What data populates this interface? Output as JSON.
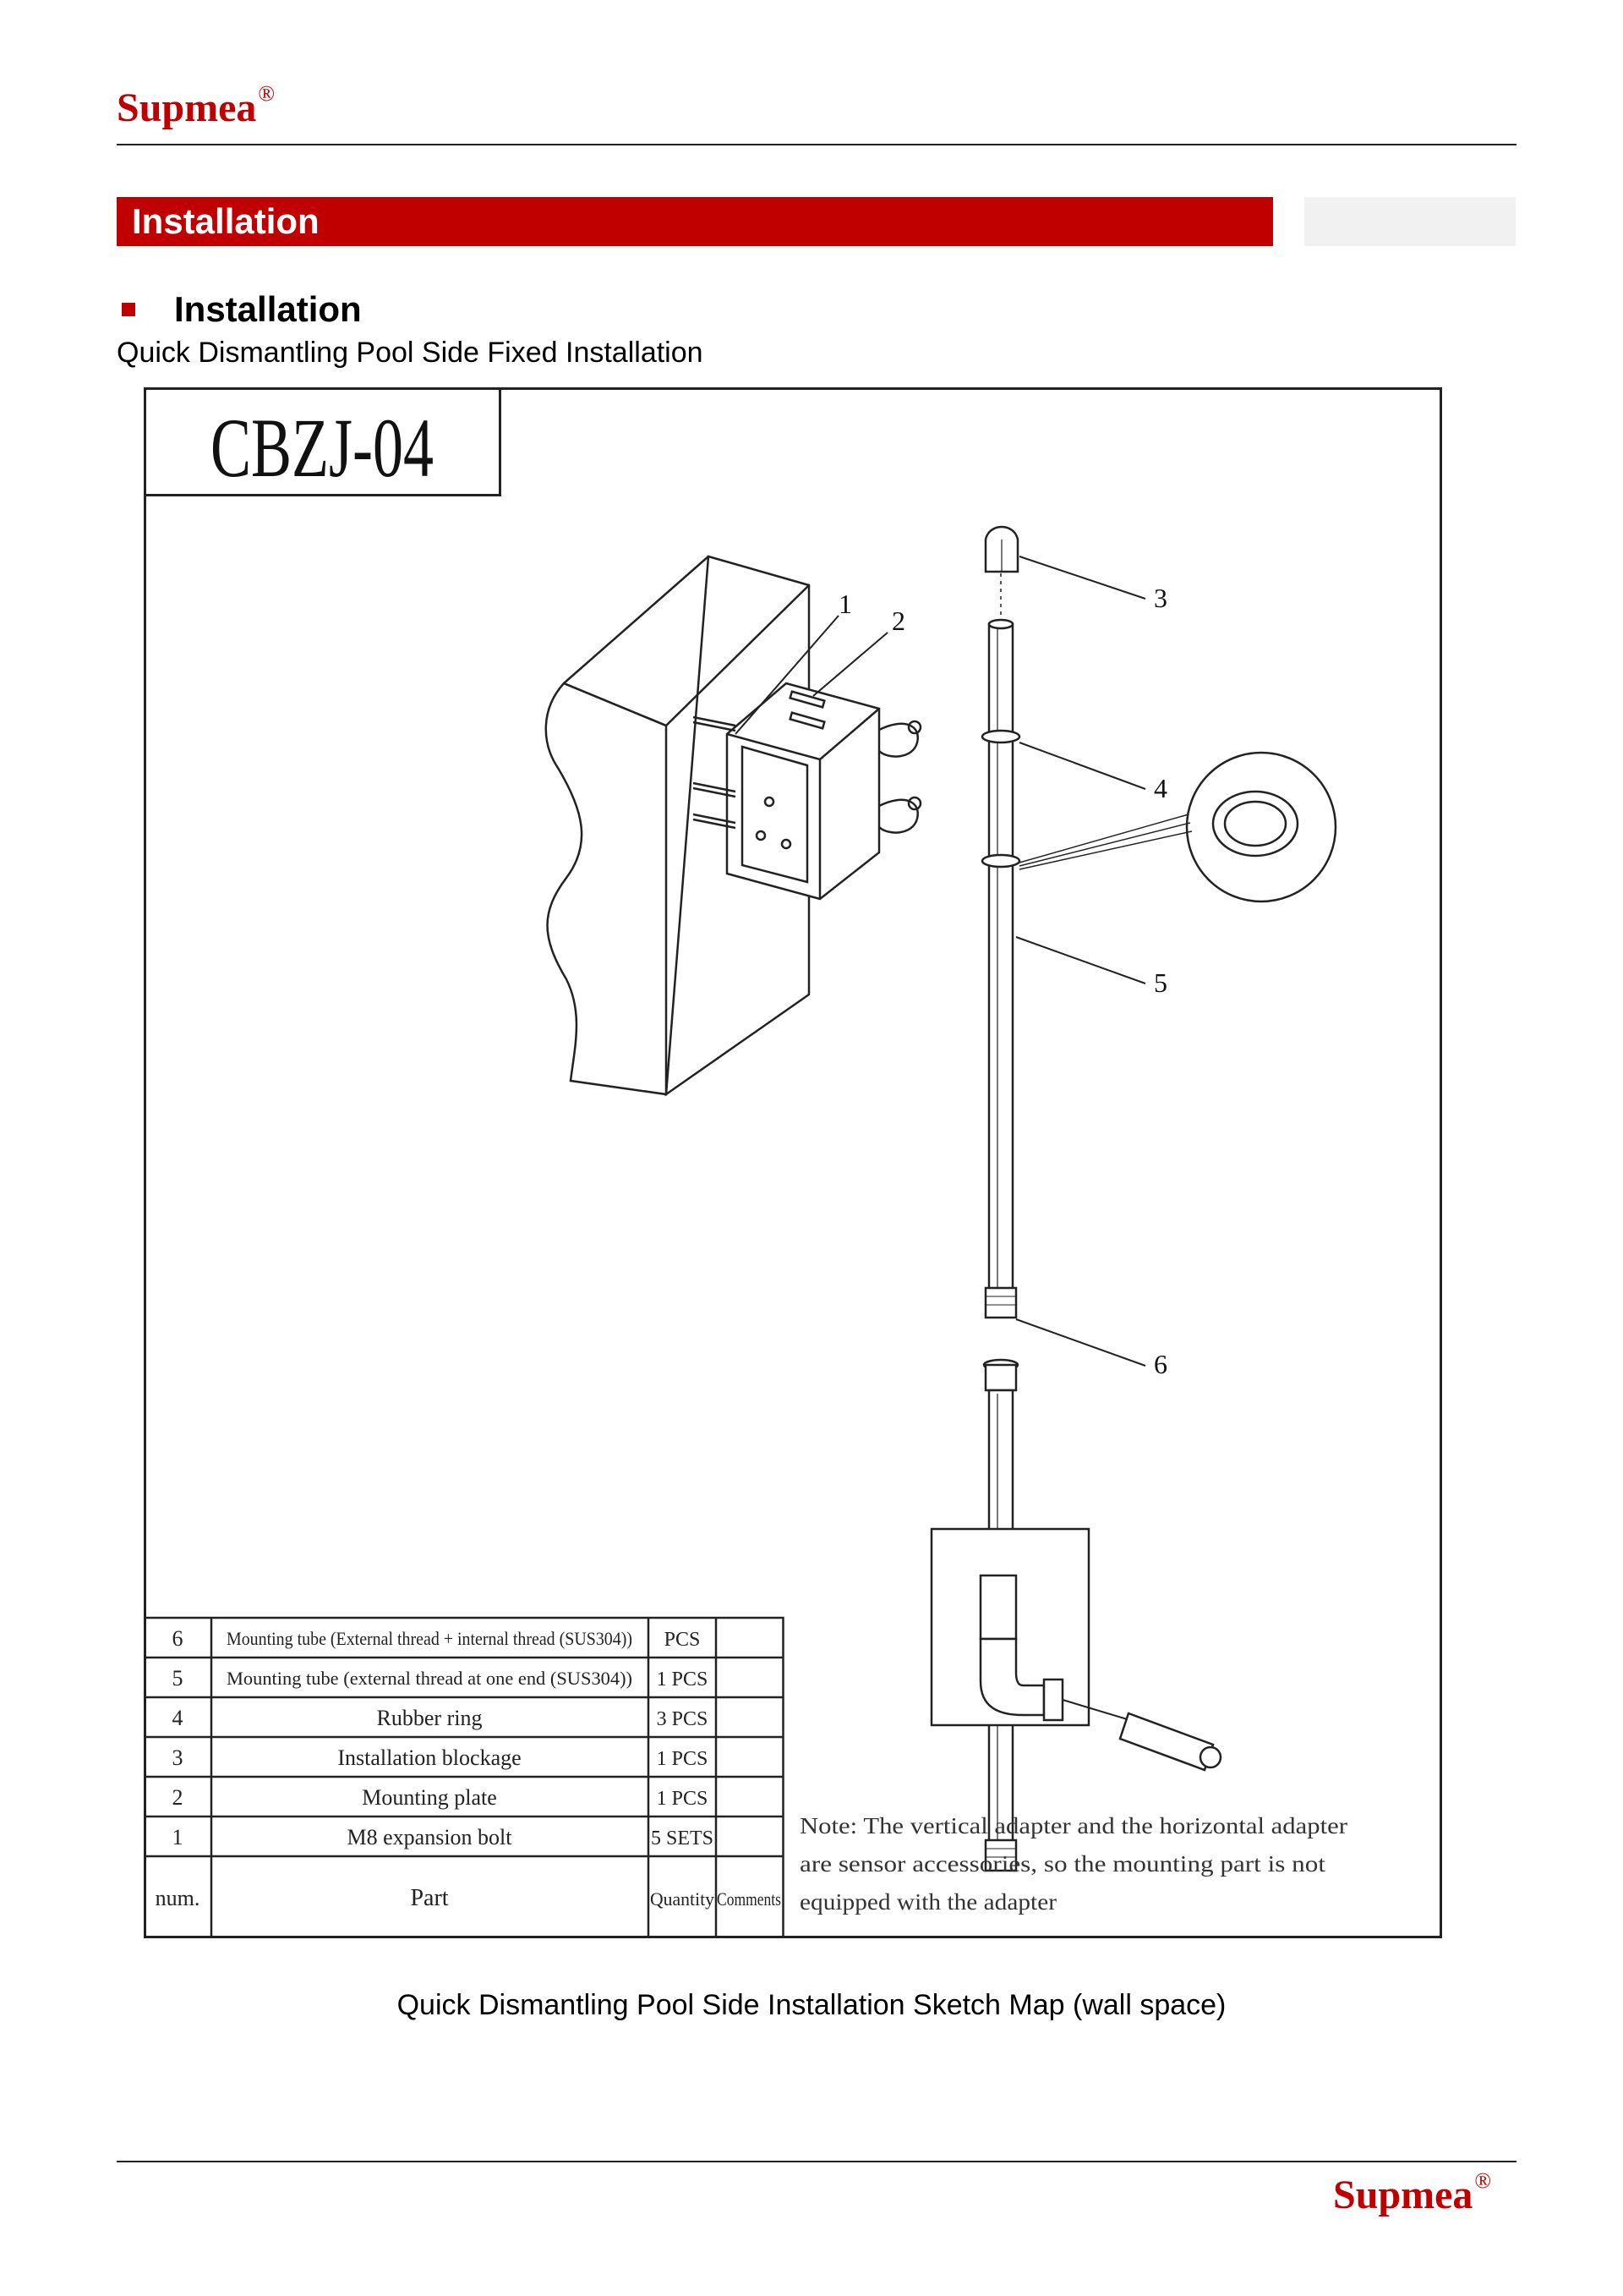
{
  "header": {
    "brand": "Supmea",
    "brand_mark": "®"
  },
  "section": {
    "title": "Installation"
  },
  "subsection": {
    "title": "Installation",
    "subtitle": "Quick Dismantling Pool Side Fixed Installation"
  },
  "drawing": {
    "model": "CBZJ-04",
    "callouts": [
      "1",
      "2",
      "3",
      "4",
      "5",
      "6"
    ],
    "parts_table": {
      "headers": [
        "num.",
        "Part",
        "Quantity",
        "Comments"
      ],
      "rows": [
        {
          "num": "6",
          "part": "Mounting tube (External thread + internal thread (SUS304))",
          "qty": "PCS",
          "comments": ""
        },
        {
          "num": "5",
          "part": "Mounting tube (external thread at one end (SUS304))",
          "qty": "1 PCS",
          "comments": ""
        },
        {
          "num": "4",
          "part": "Rubber ring",
          "qty": "3 PCS",
          "comments": ""
        },
        {
          "num": "3",
          "part": "Installation blockage",
          "qty": "1 PCS",
          "comments": ""
        },
        {
          "num": "2",
          "part": "Mounting plate",
          "qty": "1 PCS",
          "comments": ""
        },
        {
          "num": "1",
          "part": "M8 expansion bolt",
          "qty": "5 SETS",
          "comments": ""
        }
      ]
    },
    "note_lines": [
      "Note: The vertical adapter and the horizontal adapter",
      "are sensor accessories, so the mounting part is not",
      "equipped with the adapter"
    ]
  },
  "caption": "Quick Dismantling Pool Side Installation Sketch Map (wall space)",
  "footer": {
    "brand": "Supmea",
    "brand_mark": "®"
  }
}
